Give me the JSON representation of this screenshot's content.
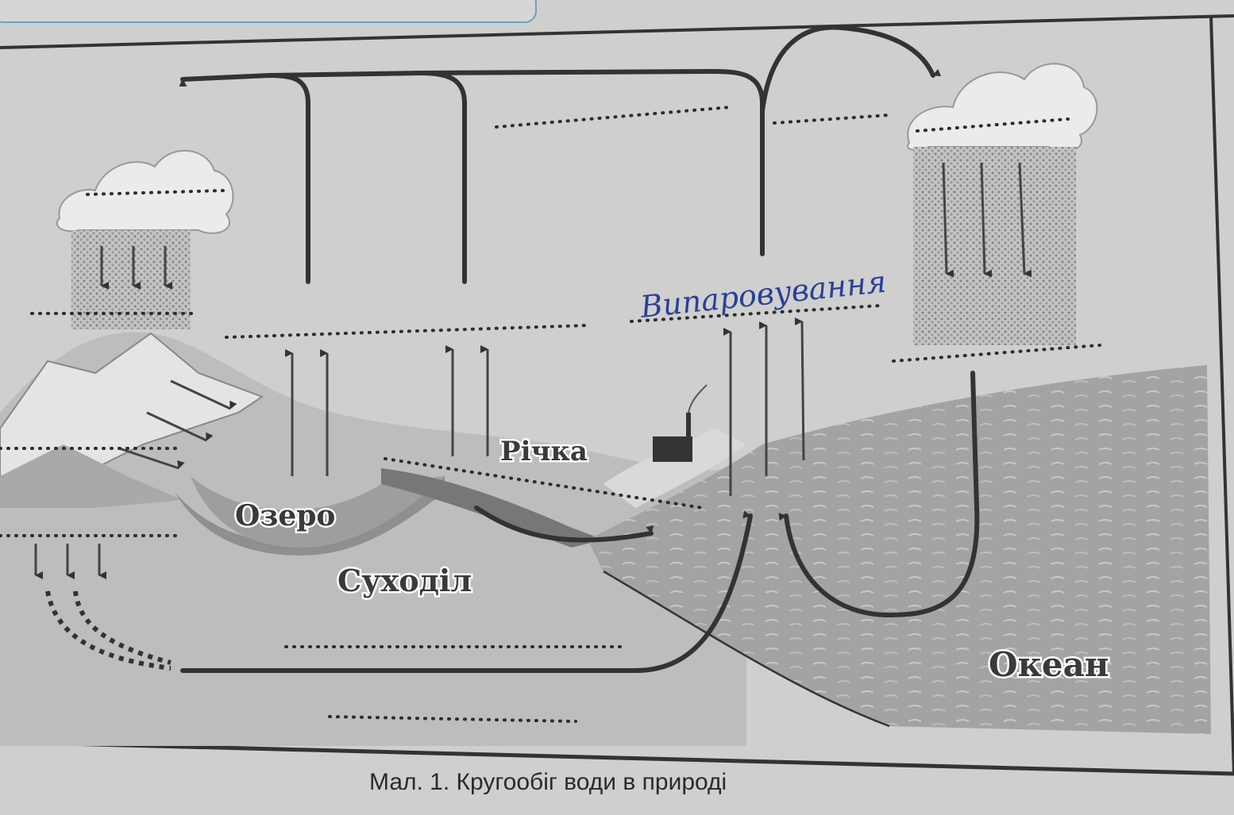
{
  "diagram": {
    "labels": {
      "river": "Річка",
      "lake": "Озеро",
      "land": "Суходіл",
      "ocean": "Океан"
    },
    "handwritten_answer": "Випаровування",
    "caption": "Мал. 1. Кругообіг води в природі"
  },
  "colors": {
    "paper": "#cfcfcd",
    "ink": "#333333",
    "ocean": "#9c9c9a",
    "land": "#b7b7b5",
    "lake": "#8f8f8d",
    "handwriting": "#2b3f9a"
  }
}
